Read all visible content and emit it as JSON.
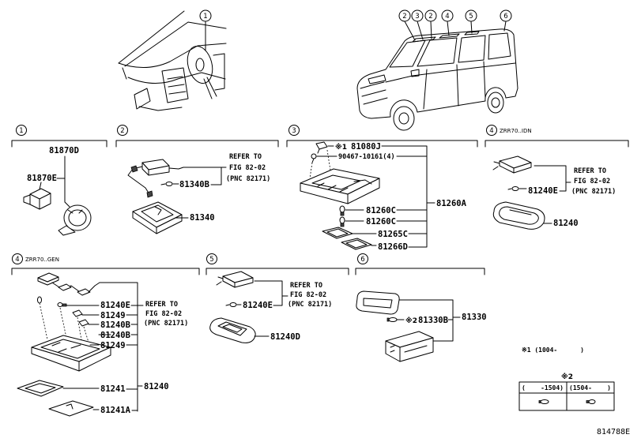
{
  "figure_id": "814788E",
  "colors": {
    "line": "#000000",
    "background": "#ffffff"
  },
  "overview": {
    "dashboard_callout": "1",
    "van_callouts": [
      "2",
      "3",
      "2",
      "4",
      "5",
      "6"
    ]
  },
  "sections": {
    "s1": {
      "number": "1",
      "parts": [
        "81870D",
        "81870E"
      ]
    },
    "s2": {
      "number": "2",
      "parts": [
        "81340B",
        "81340"
      ],
      "refer": [
        "REFER TO",
        "FIG 82-02",
        "(PNC 82171)"
      ]
    },
    "s3": {
      "number": "3",
      "note_mark": "※1",
      "parts": [
        "81080J",
        "90467-10161(4)",
        "81260A",
        "81260C",
        "81260C",
        "81265C",
        "81266D"
      ]
    },
    "s4_idn": {
      "number": "4",
      "variant": "ZRR70..IDN",
      "parts": [
        "81240E",
        "81240"
      ],
      "refer": [
        "REFER TO",
        "FIG 82-02",
        "(PNC 82171)"
      ]
    },
    "s4_gen": {
      "number": "4",
      "variant": "ZRR70..GEN",
      "parts": [
        "81240E",
        "81249",
        "81240B",
        "81240B",
        "81249",
        "81240",
        "81241",
        "81241A"
      ],
      "refer": [
        "REFER TO",
        "FIG 82-02",
        "(PNC 82171)"
      ]
    },
    "s5": {
      "number": "5",
      "parts": [
        "81240E",
        "81240D"
      ],
      "refer": [
        "REFER TO",
        "FIG 82-02",
        "(PNC 82171)"
      ]
    },
    "s6": {
      "number": "6",
      "note_mark": "※2",
      "parts": [
        "81330B",
        "81330"
      ]
    }
  },
  "notes": {
    "note1": "※1 (1004-      )",
    "note2_mark": "※2",
    "table_headers": [
      "(    -1504)",
      "(1504-    )"
    ],
    "table_icons": [
      "wedge-bulb-icon",
      "bulb-icon"
    ]
  }
}
